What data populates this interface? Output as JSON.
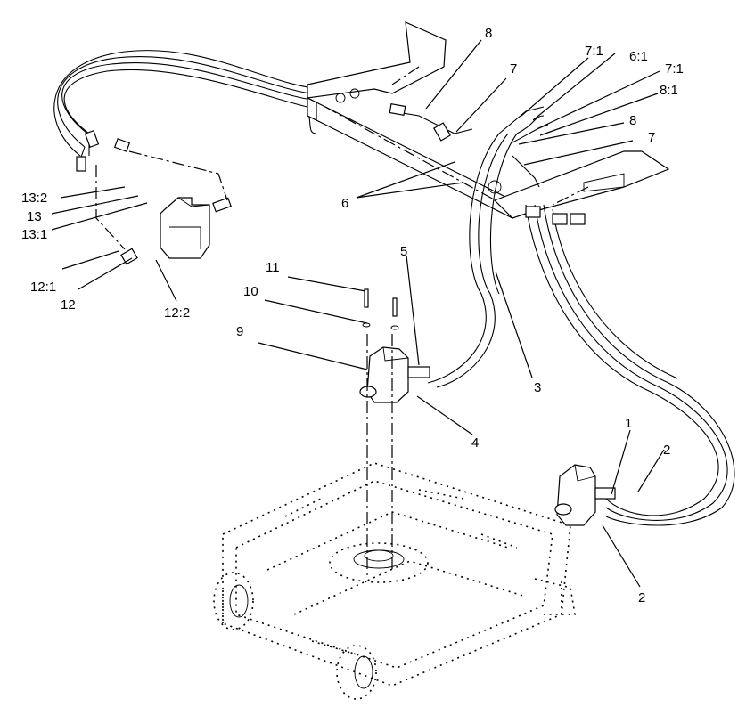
{
  "callouts": {
    "c_8a": "8",
    "c_7a": "7",
    "c_71a": "7:1",
    "c_61": "6:1",
    "c_71b": "7:1",
    "c_81": "8:1",
    "c_8b": "8",
    "c_7b": "7",
    "c_6": "6",
    "c_132": "13:2",
    "c_13": "13",
    "c_131": "13:1",
    "c_121": "12:1",
    "c_12": "12",
    "c_122": "12:2",
    "c_11": "11",
    "c_10": "10",
    "c_9": "9",
    "c_5": "5",
    "c_3": "3",
    "c_4": "4",
    "c_1": "1",
    "c_2a": "2",
    "c_2b": "2"
  }
}
